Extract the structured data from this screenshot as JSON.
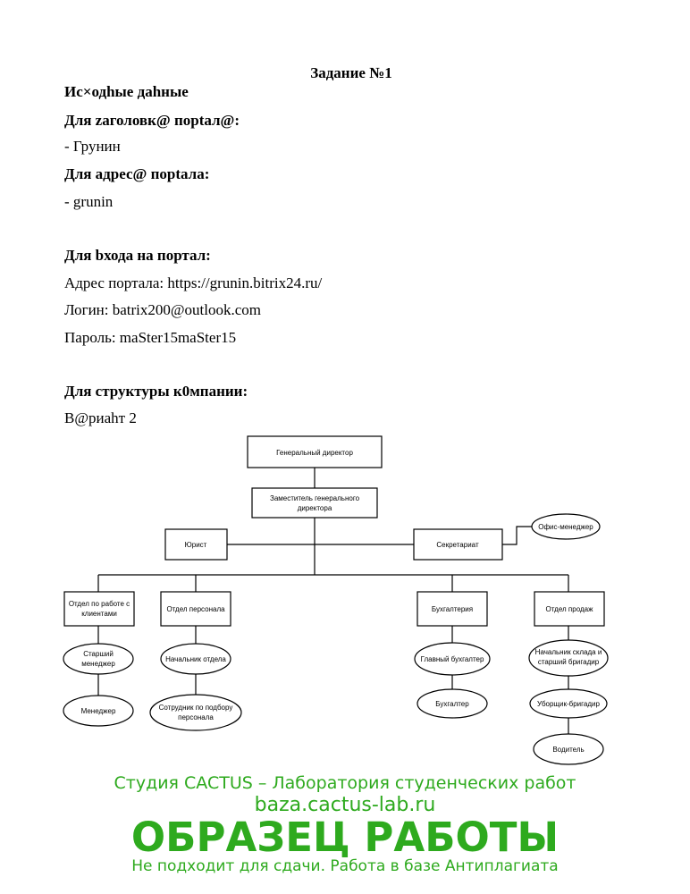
{
  "title": "Задание №1",
  "lines": {
    "heading": "Ис×одhые даhные",
    "header_label": "Для zаголовк@ поptал@:",
    "header_value": "- Грунин",
    "address_label": "Для адрес@ поptала:",
    "address_value": "- grunin",
    "login_label": "Для bхода на портал:",
    "portal_address": "Адрес портала: https://grunin.bitrix24.ru/",
    "login": "Логин: batrix200@outlook.com",
    "password": "Пароль: maSter15maSter15",
    "structure_label": "Для структуры к0мпании:",
    "variant": "B@риahт 2"
  },
  "chart": {
    "ceo": "Генеральный директор",
    "deputy_1": "Заместитель генерального",
    "deputy_2": "директора",
    "lawyer": "Юрист",
    "secretariat": "Секретариат",
    "office_manager": "Офис-менеджер",
    "dept_clients_1": "Отдел по работе с",
    "dept_clients_2": "клиентами",
    "dept_hr": "Отдел персонала",
    "dept_accounting": "Бухгалтерия",
    "dept_sales": "Отдел продаж",
    "senior_manager_1": "Старший",
    "senior_manager_2": "менеджер",
    "manager": "Менеджер",
    "head_of_dept": "Начальник отдела",
    "recruiter_1": "Сотрудник по подбору",
    "recruiter_2": "персонала",
    "chief_accountant": "Главный бухгалтер",
    "accountant": "Бухгалтер",
    "warehouse_1": "Начальник склада и",
    "warehouse_2": "старший бригадир",
    "cleaner": "Уборщик-бригадир",
    "driver": "Водитель"
  },
  "watermark": {
    "line1": "Студия CACTUS – Лаборатория студенческих работ",
    "line2": "baza.cactus-lab.ru",
    "line3": "ОБРАЗЕЦ РАБОТЫ",
    "line4": "Не подходит для сдачи. Работа в базе Антиплагиата",
    "color": "#2eaa1e"
  }
}
